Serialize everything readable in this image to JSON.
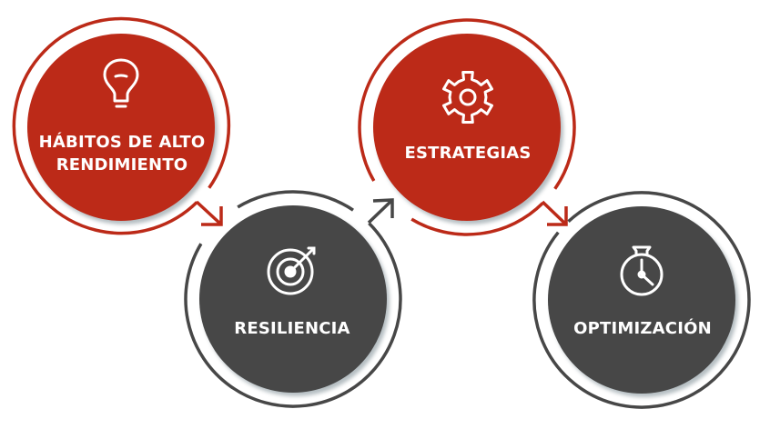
{
  "colors": {
    "red": "#BC2A18",
    "dark": "#474747"
  },
  "steps": [
    {
      "label_lines": [
        "HÁBITOS DE ALTO",
        "RENDIMIENTO"
      ],
      "icon": "lightbulb-icon",
      "color": "red"
    },
    {
      "label_lines": [
        "RESILIENCIA"
      ],
      "icon": "target-icon",
      "color": "dark"
    },
    {
      "label_lines": [
        "ESTRATEGIAS"
      ],
      "icon": "gear-icon",
      "color": "red"
    },
    {
      "label_lines": [
        "OPTIMIZACIÓN"
      ],
      "icon": "stopwatch-icon",
      "color": "dark"
    }
  ]
}
